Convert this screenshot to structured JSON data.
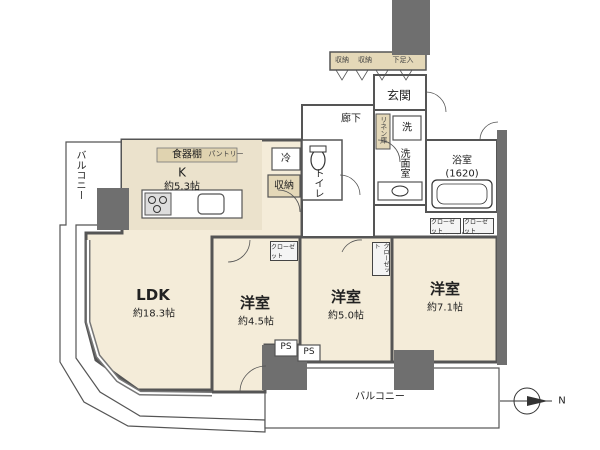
{
  "colors": {
    "wall": "#555555",
    "dark_wall": "#6f6f6f",
    "wood_floor": "#f4ecd9",
    "kitchen_floor": "#ebe2cc",
    "tile_floor": "#ffffff",
    "balcony": "#ffffff",
    "storage_floor": "#e4d8b8"
  },
  "rooms": {
    "ldk": {
      "name": "LDK",
      "area": "約18.3帖"
    },
    "kitchen": {
      "name": "K",
      "area": "約5.3帖"
    },
    "bedroom1": {
      "name": "洋室",
      "area": "約4.5帖"
    },
    "bedroom2": {
      "name": "洋室",
      "area": "約5.0帖"
    },
    "bedroom3": {
      "name": "洋室",
      "area": "約7.1帖"
    },
    "bath": {
      "name": "浴室",
      "size": "(1620)"
    },
    "washroom": {
      "name": "洗面室"
    },
    "entrance": {
      "name": "玄関"
    },
    "hallway": {
      "name": "廊下"
    },
    "toilet": {
      "name": "トイレ"
    }
  },
  "labels": {
    "dish_cabinet": "食器棚",
    "pantry": "パントリー",
    "fridge": "冷",
    "storage": "収納",
    "shoe_storage": "下足入",
    "washer": "洗",
    "linen": "リネン庫",
    "closet": "クローゼット",
    "closet_short": "クロー\nゼット",
    "balcony": "バルコニー",
    "ps": "PS",
    "north": "N"
  }
}
